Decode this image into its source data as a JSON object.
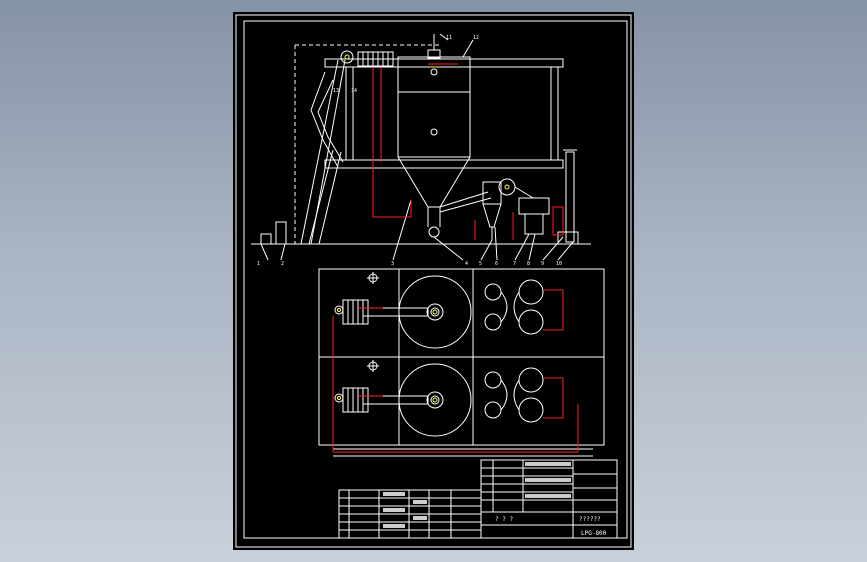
{
  "drawing": {
    "code": "LPG-800",
    "title_cell": "??????",
    "mid_cell": "? ? ?",
    "part_numbers": [
      "1",
      "2",
      "3",
      "4",
      "5",
      "6",
      "7",
      "8",
      "9",
      "10",
      "11",
      "12",
      "13",
      "14"
    ]
  },
  "colors": {
    "background": "#000000",
    "lines": "#ffffff",
    "dimensions": "#ff2020",
    "accent": "#ffff40",
    "desktop": "#95a2b3"
  }
}
